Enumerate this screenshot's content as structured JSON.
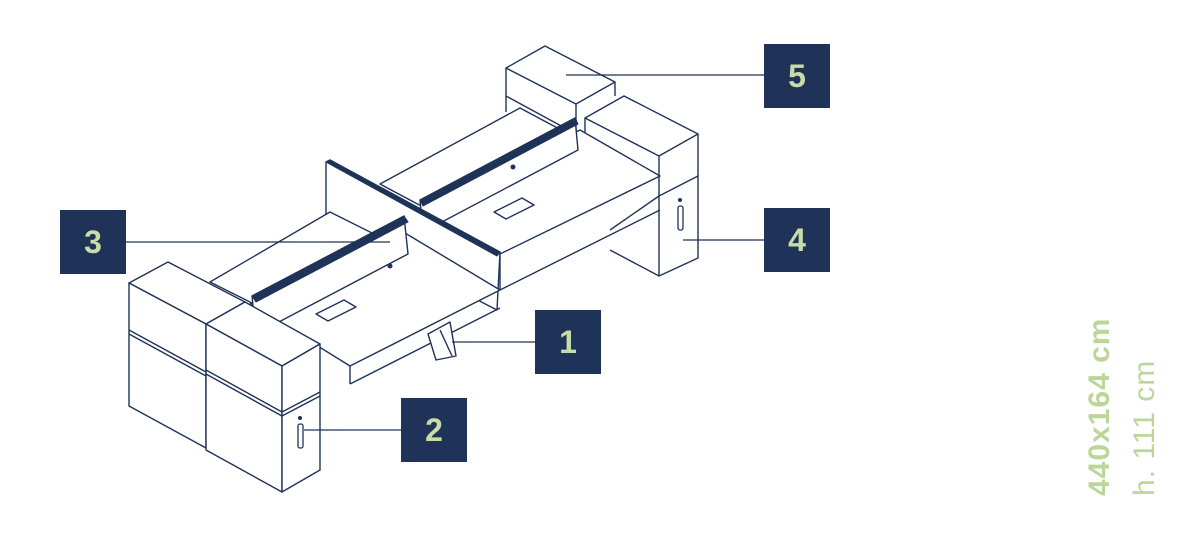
{
  "dimensions": {
    "main": "440x164 cm",
    "height": "h. 111 cm"
  },
  "badges": [
    {
      "id": "b1",
      "label": "1"
    },
    {
      "id": "b2",
      "label": "2"
    },
    {
      "id": "b3",
      "label": "3"
    },
    {
      "id": "b4",
      "label": "4"
    },
    {
      "id": "b5",
      "label": "5"
    }
  ],
  "colors": {
    "navy": "#1f3358",
    "green": "#bcd69a"
  }
}
